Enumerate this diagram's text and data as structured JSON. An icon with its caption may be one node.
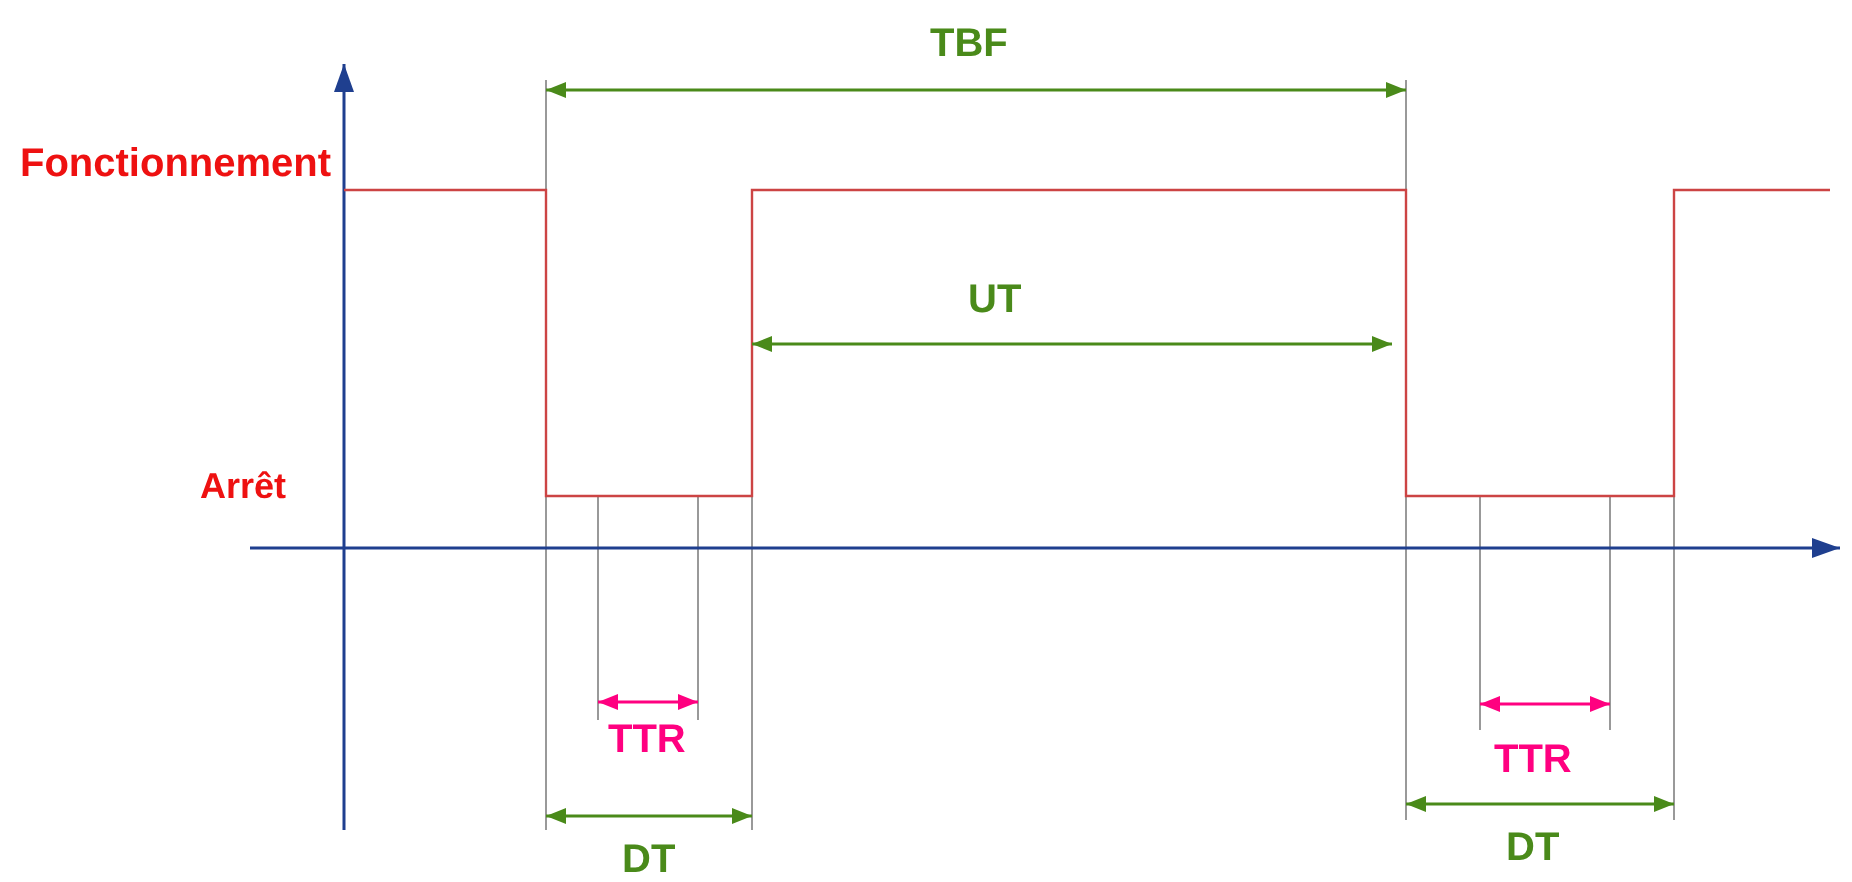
{
  "diagram": {
    "labels": [
      "TBF",
      "Fonctionnement",
      "UT",
      "Arrêt",
      "TTR",
      "TTR",
      "DT",
      "DT"
    ]
  }
}
